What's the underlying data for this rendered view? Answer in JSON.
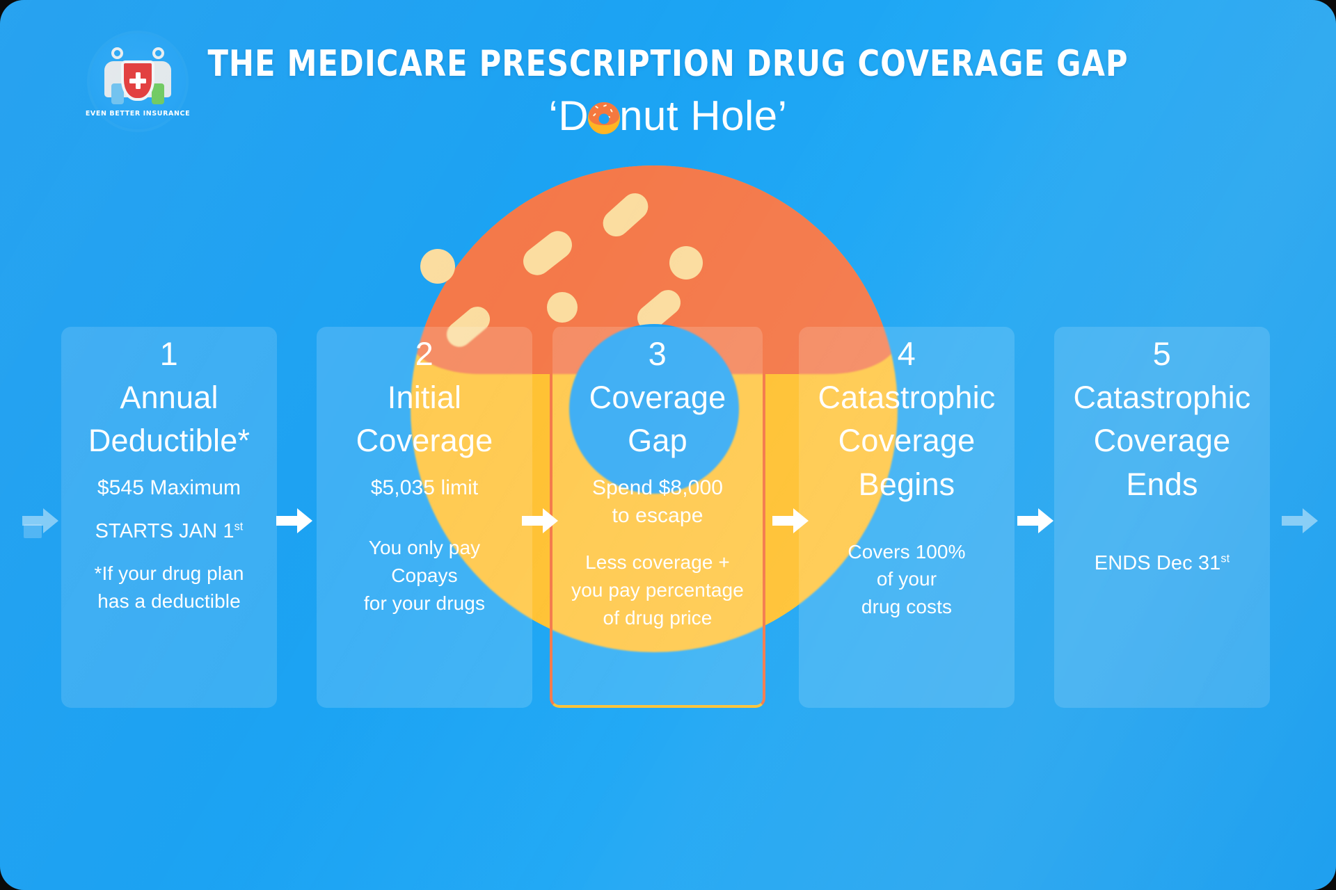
{
  "brand": {
    "logo_text": "EVEN BETTER INSURANCE",
    "logo_icon": "insurance-people-shield-icon"
  },
  "header": {
    "title": "THE MEDICARE PRESCRIPTION DRUG COVERAGE GAP",
    "subtitle_before": "‘D",
    "subtitle_after": "nut Hole’",
    "subtitle_full": "‘Donut Hole’",
    "donut_icon": "donut-icon"
  },
  "colors": {
    "background_blue": "#1ca0f2",
    "donut_icing_orange": "#f4794a",
    "donut_dough_yellow": "#ffc233",
    "sprinkle_cream": "#fbdda0",
    "card_overlay_white": "rgba(255,255,255,0.15)",
    "text_white": "#ffffff",
    "shield_red": "#e23b3b",
    "vial_blue": "#6fc2ef",
    "vial_green": "#6fca60"
  },
  "steps": [
    {
      "number": "1",
      "heading": "Annual\nDeductible*",
      "primary": "$545 Maximum",
      "secondary": "STARTS JAN 1",
      "secondary_sup": "st",
      "tertiary": "*If your drug plan\nhas a deductible"
    },
    {
      "number": "2",
      "heading": "Initial\nCoverage",
      "primary": "$5,035 limit",
      "secondary": "",
      "secondary_sup": "",
      "tertiary": "You only pay\nCopays\nfor your drugs"
    },
    {
      "number": "3",
      "heading": "Coverage\nGap",
      "primary": "Spend $8,000\nto escape",
      "secondary": "",
      "secondary_sup": "",
      "tertiary": "Less coverage +\nyou pay percentage\nof drug price"
    },
    {
      "number": "4",
      "heading": "Catastrophic\nCoverage\nBegins",
      "primary": "",
      "secondary": "",
      "secondary_sup": "",
      "tertiary": "Covers 100%\nof your\ndrug costs"
    },
    {
      "number": "5",
      "heading": "Catastrophic\nCoverage\nEnds",
      "primary": "",
      "secondary": "ENDS Dec 31",
      "secondary_sup": "st",
      "tertiary": ""
    }
  ],
  "flow_arrows": [
    {
      "name": "arrow-into-step-1",
      "style": "faded"
    },
    {
      "name": "arrow-step-1-to-2",
      "style": "solid"
    },
    {
      "name": "arrow-step-2-to-3",
      "style": "solid"
    },
    {
      "name": "arrow-step-3-to-4",
      "style": "solid"
    },
    {
      "name": "arrow-step-4-to-5",
      "style": "solid"
    },
    {
      "name": "arrow-out-of-step-5",
      "style": "faded"
    }
  ]
}
